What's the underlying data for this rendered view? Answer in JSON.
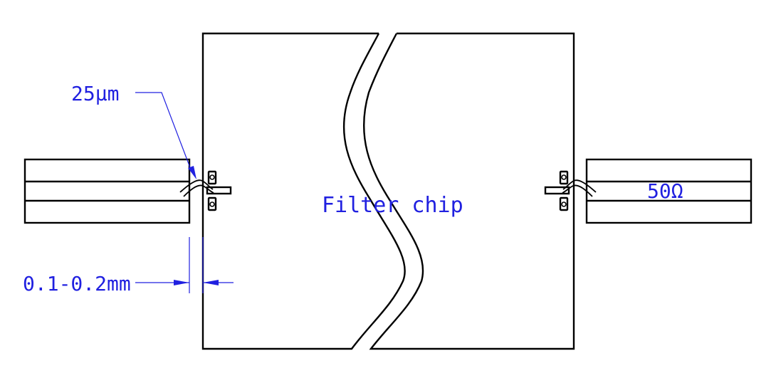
{
  "labels": {
    "wire_diameter": "25μm",
    "chip": "Filter chip",
    "impedance": "50Ω",
    "gap": "0.1-0.2mm"
  },
  "colors": {
    "annotation": "#2020e0",
    "outline": "#000000",
    "background": "#ffffff"
  }
}
